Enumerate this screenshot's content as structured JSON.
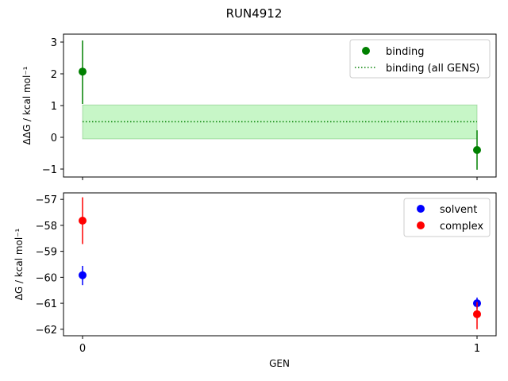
{
  "chart_data": [
    {
      "type": "scatter",
      "title": "RUN4912",
      "ylabel": "ΔΔG / kcal mol⁻¹",
      "xlabel": "",
      "x_ticks": [
        0,
        1
      ],
      "ylim": [
        -1.25,
        3.25
      ],
      "y_ticks": [
        3,
        2,
        1,
        0,
        -1
      ],
      "y_tick_labels": [
        "3",
        "2",
        "1",
        "0",
        "−1"
      ],
      "legend_position": "upper right",
      "series": [
        {
          "name": "binding",
          "color": "#008000",
          "marker": "circle",
          "x": [
            0,
            1
          ],
          "y": [
            2.07,
            -0.4
          ],
          "err_lo": [
            1.05,
            -1.02
          ],
          "err_hi": [
            3.05,
            0.22
          ]
        }
      ],
      "reference": {
        "name": "binding (all GENS)",
        "color": "#008000",
        "style": "dotted",
        "y": 0.49,
        "band": [
          -0.05,
          1.02
        ],
        "band_color": "#90ee90"
      }
    },
    {
      "type": "scatter",
      "ylabel": "ΔG / kcal mol⁻¹",
      "xlabel": "GEN",
      "x_ticks": [
        0,
        1
      ],
      "x_tick_labels": [
        "0",
        "1"
      ],
      "ylim": [
        -62.25,
        -56.75
      ],
      "y_ticks": [
        -57,
        -58,
        -59,
        -60,
        -61,
        -62
      ],
      "y_tick_labels": [
        "−57",
        "−58",
        "−59",
        "−60",
        "−61",
        "−62"
      ],
      "legend_position": "upper right",
      "series": [
        {
          "name": "solvent",
          "color": "#0000ff",
          "marker": "circle",
          "x": [
            0,
            1
          ],
          "y": [
            -59.92,
            -61.0
          ],
          "err_lo": [
            -60.3,
            -61.2
          ],
          "err_hi": [
            -59.56,
            -60.78
          ]
        },
        {
          "name": "complex",
          "color": "#ff0000",
          "marker": "circle",
          "x": [
            0,
            1
          ],
          "y": [
            -57.82,
            -61.42
          ],
          "err_lo": [
            -58.72,
            -62.0
          ],
          "err_hi": [
            -56.92,
            -60.95
          ]
        }
      ]
    }
  ]
}
